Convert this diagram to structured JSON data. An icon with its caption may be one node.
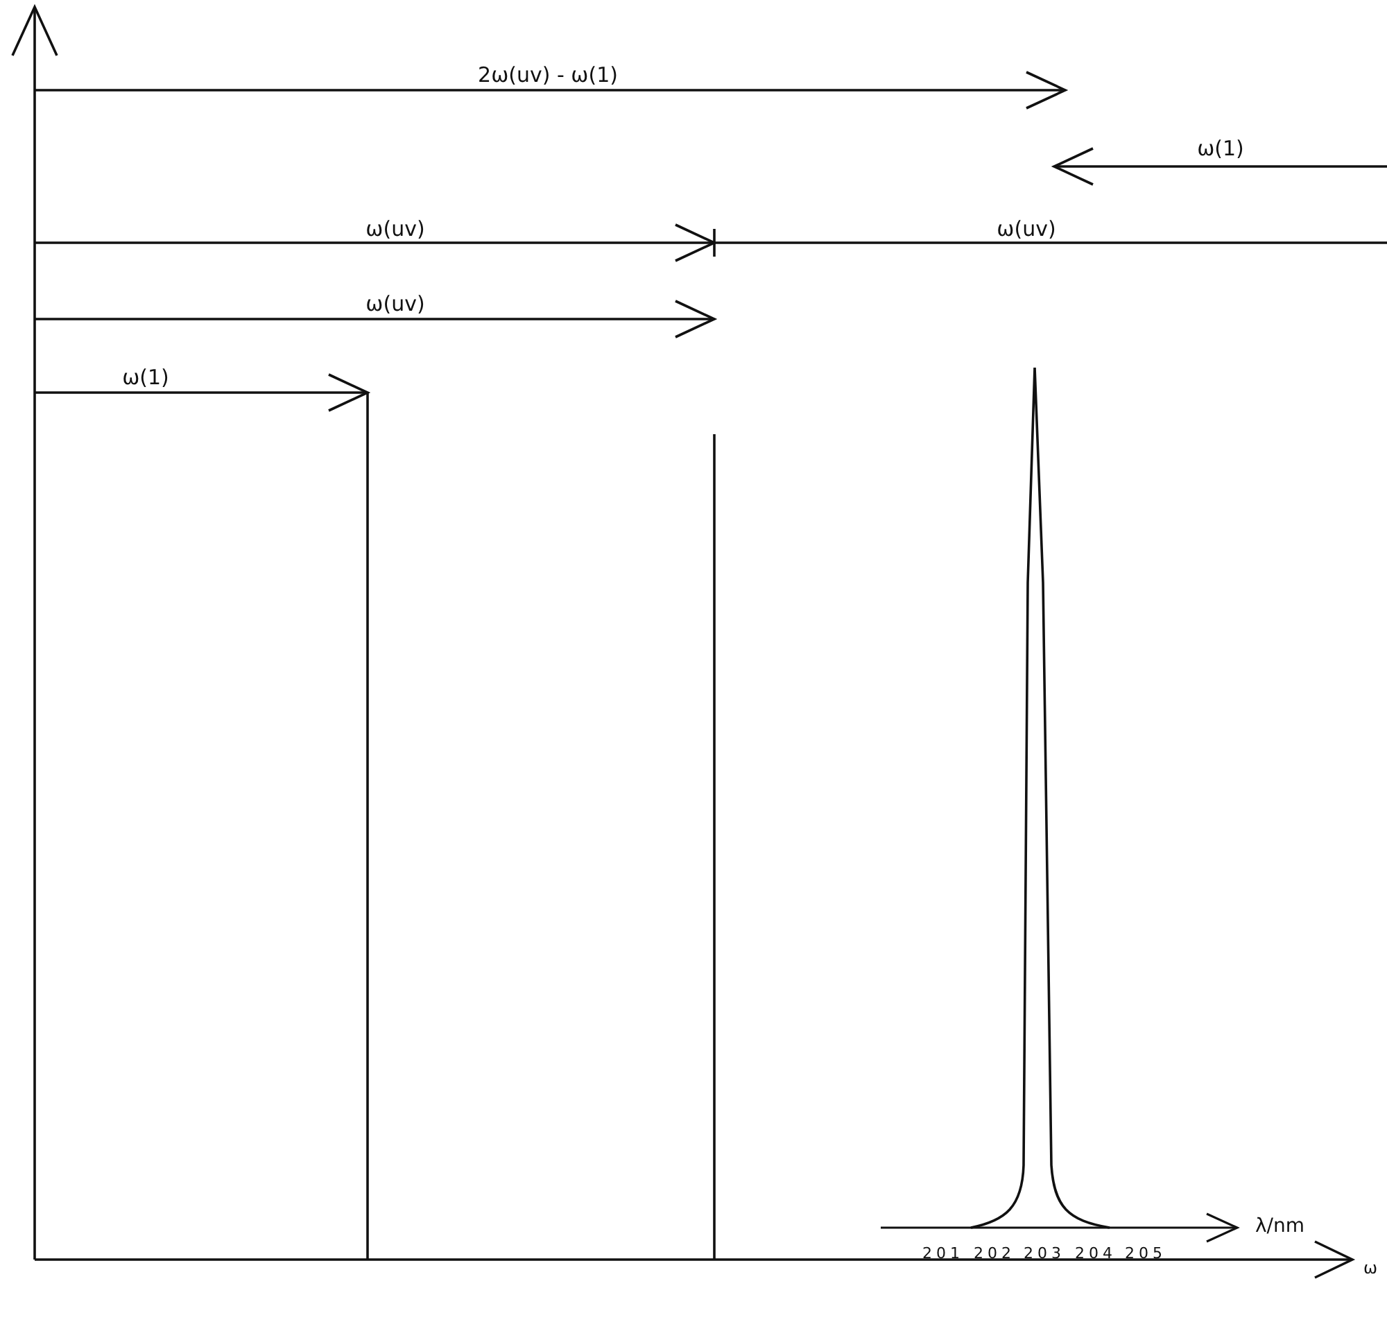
{
  "diagram": {
    "labels": [
      "2ω(uv) - ω(1)",
      "ω(1)",
      "ω(uv)",
      "ω(uv)",
      "ω(uv)",
      "ω(1)",
      "201",
      "202",
      "203",
      "204",
      "205",
      "λ/nm",
      "ω"
    ]
  }
}
